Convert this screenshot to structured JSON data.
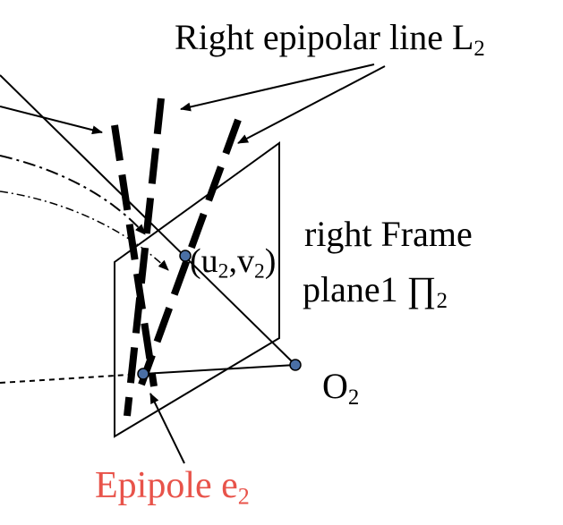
{
  "labels": {
    "epipolar_line": {
      "text": "Right epipolar line L",
      "sub": "2"
    },
    "point": {
      "open": "(u",
      "sub1": "2",
      "mid": ",v",
      "sub2": "2",
      "close": ")"
    },
    "frame_line1": "right Frame",
    "frame_line2": {
      "text": "plane1 ∏",
      "sub": "2"
    },
    "center": {
      "text": "O",
      "sub": "2"
    },
    "epipole": {
      "text": "Epipole e",
      "sub": "2"
    }
  },
  "colors": {
    "ink": "#000000",
    "point_fill": "#4a6fa5",
    "epipole_label": "#e8534a"
  }
}
